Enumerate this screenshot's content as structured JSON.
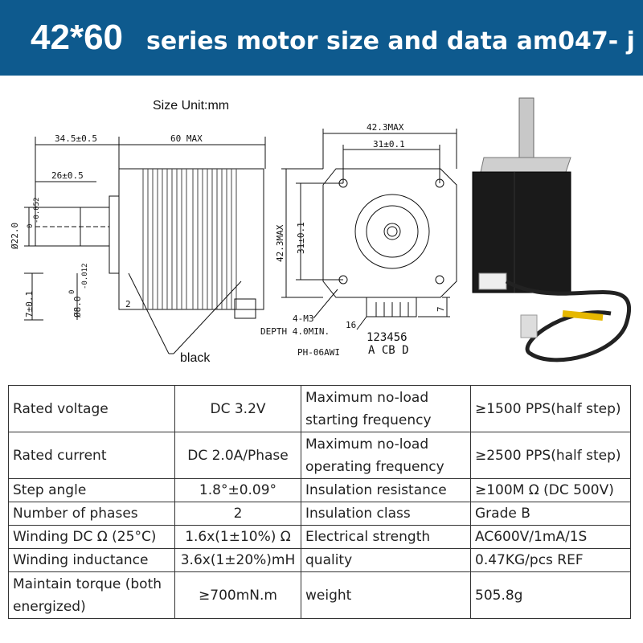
{
  "header": {
    "title_main": "42*60",
    "title_sub": "series motor size and data am047- j",
    "bg_color": "#0e5a8e"
  },
  "drawing": {
    "size_label": "Size   Unit:mm",
    "dims": {
      "d1": "34.5±0.5",
      "d2": "60 MAX",
      "d3": "26±0.5",
      "d4": "Ø22.0",
      "d4_tol": "-0.052",
      "d4_sup": "0",
      "d5": "7±0.1",
      "d6": "Ø8.0",
      "d6_tol": "-0.012",
      "d6_sup": "0",
      "d7": "2",
      "d8": "42.3MAX",
      "d9": "31±0.1",
      "d10": "42.3MAX",
      "d11": "31±0.1",
      "d12": "4-M3",
      "d13": "DEPTH 4.0MIN.",
      "d14": "16",
      "d15": "7",
      "pins": "123456",
      "phases": "A CB D",
      "connector": "PH-06AWI",
      "wire_label": "black"
    }
  },
  "table": {
    "rows": [
      [
        "Rated voltage",
        "DC 3.2V",
        "Maximum no-load starting frequency",
        "≥1500 PPS(half step)"
      ],
      [
        "Rated current",
        "DC 2.0A/Phase",
        "Maximum no-load operating frequency",
        "≥2500 PPS(half step)"
      ],
      [
        "Step angle",
        "1.8°±0.09°",
        "Insulation resistance",
        "≥100M Ω (DC 500V)"
      ],
      [
        "Number of phases",
        "2",
        "Insulation class",
        "Grade B"
      ],
      [
        "Winding DC  Ω  (25°C)",
        "1.6x(1±10%) Ω",
        "Electrical strength",
        "AC600V/1mA/1S"
      ],
      [
        "Winding inductance",
        "3.6x(1±20%)mH",
        "quality",
        "0.47KG/pcs REF"
      ],
      [
        "Maintain torque (both energized)",
        "≥700mN.m",
        "weight",
        "505.8g"
      ]
    ]
  }
}
